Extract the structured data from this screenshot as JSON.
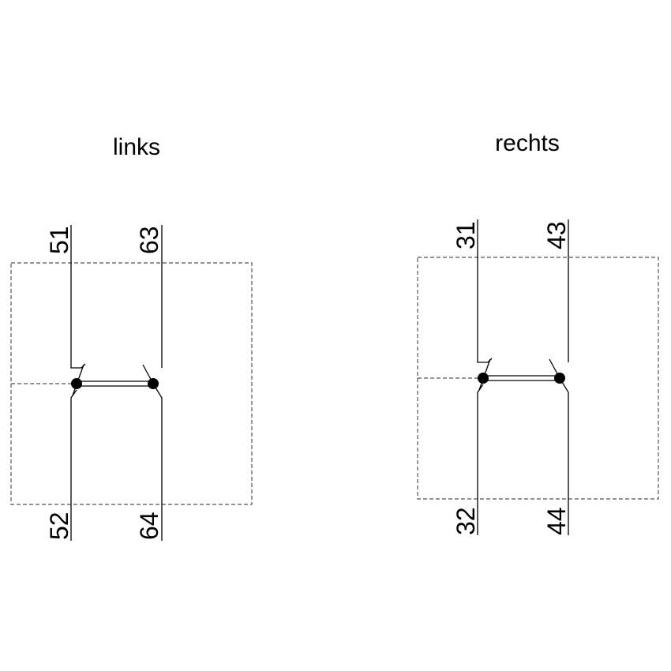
{
  "left": {
    "heading": "links",
    "terminals": {
      "nc_top": "51",
      "nc_bottom": "52",
      "no_top": "63",
      "no_bottom": "64"
    }
  },
  "right": {
    "heading": "rechts",
    "terminals": {
      "nc_top": "31",
      "nc_bottom": "32",
      "no_top": "43",
      "no_bottom": "44"
    }
  }
}
